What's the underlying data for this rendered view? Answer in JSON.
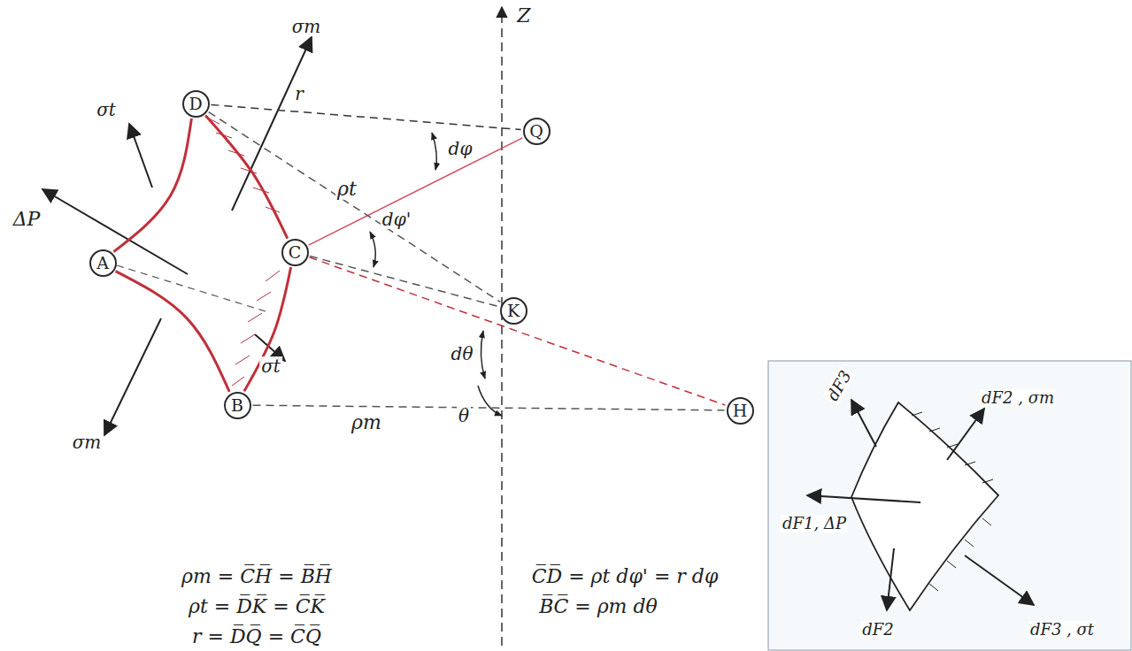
{
  "diagram": {
    "nodes": [
      {
        "text": [
          "D"
        ]
      },
      {
        "text": [
          "A"
        ]
      },
      {
        "text": [
          "C"
        ]
      },
      {
        "text": [
          "B"
        ]
      },
      {
        "text": [
          "Q"
        ]
      },
      {
        "text": [
          "K"
        ]
      },
      {
        "text": [
          "H"
        ]
      }
    ],
    "edges": [
      {
        "from": 0,
        "to": 1,
        "arrow": "none"
      },
      {
        "from": 1,
        "to": 3,
        "arrow": "none"
      },
      {
        "from": 3,
        "to": 2,
        "arrow": "none"
      },
      {
        "from": 2,
        "to": 0,
        "arrow": "none"
      },
      {
        "from": 0,
        "to": 4,
        "arrow": "none"
      },
      {
        "from": 4,
        "to": 2,
        "arrow": "none"
      },
      {
        "from": 0,
        "to": 5,
        "arrow": "none"
      },
      {
        "from": 2,
        "to": 5,
        "arrow": "none"
      },
      {
        "from": 2,
        "to": 6,
        "arrow": "none"
      },
      {
        "from": 3,
        "to": 6,
        "arrow": "none"
      }
    ],
    "labels": [
      "Z",
      "σm",
      "σt",
      "ΔP",
      "r",
      "dφ",
      "ρt",
      "dφ'",
      "dθ",
      "θ",
      "ρm",
      "σt",
      "σm",
      "ρm = C̅H̅ = B̅H̅",
      "ρt = D̅K̅ = C̅K̅",
      "r = D̅Q̅ = C̅Q̅",
      "C̅D̅ = ρt dφ' = r dφ",
      "B̅C̅ = ρm dθ",
      "dF3",
      "dF2 , σm",
      "dF1, ΔP",
      "dF2",
      "dF3 , σt"
    ]
  }
}
